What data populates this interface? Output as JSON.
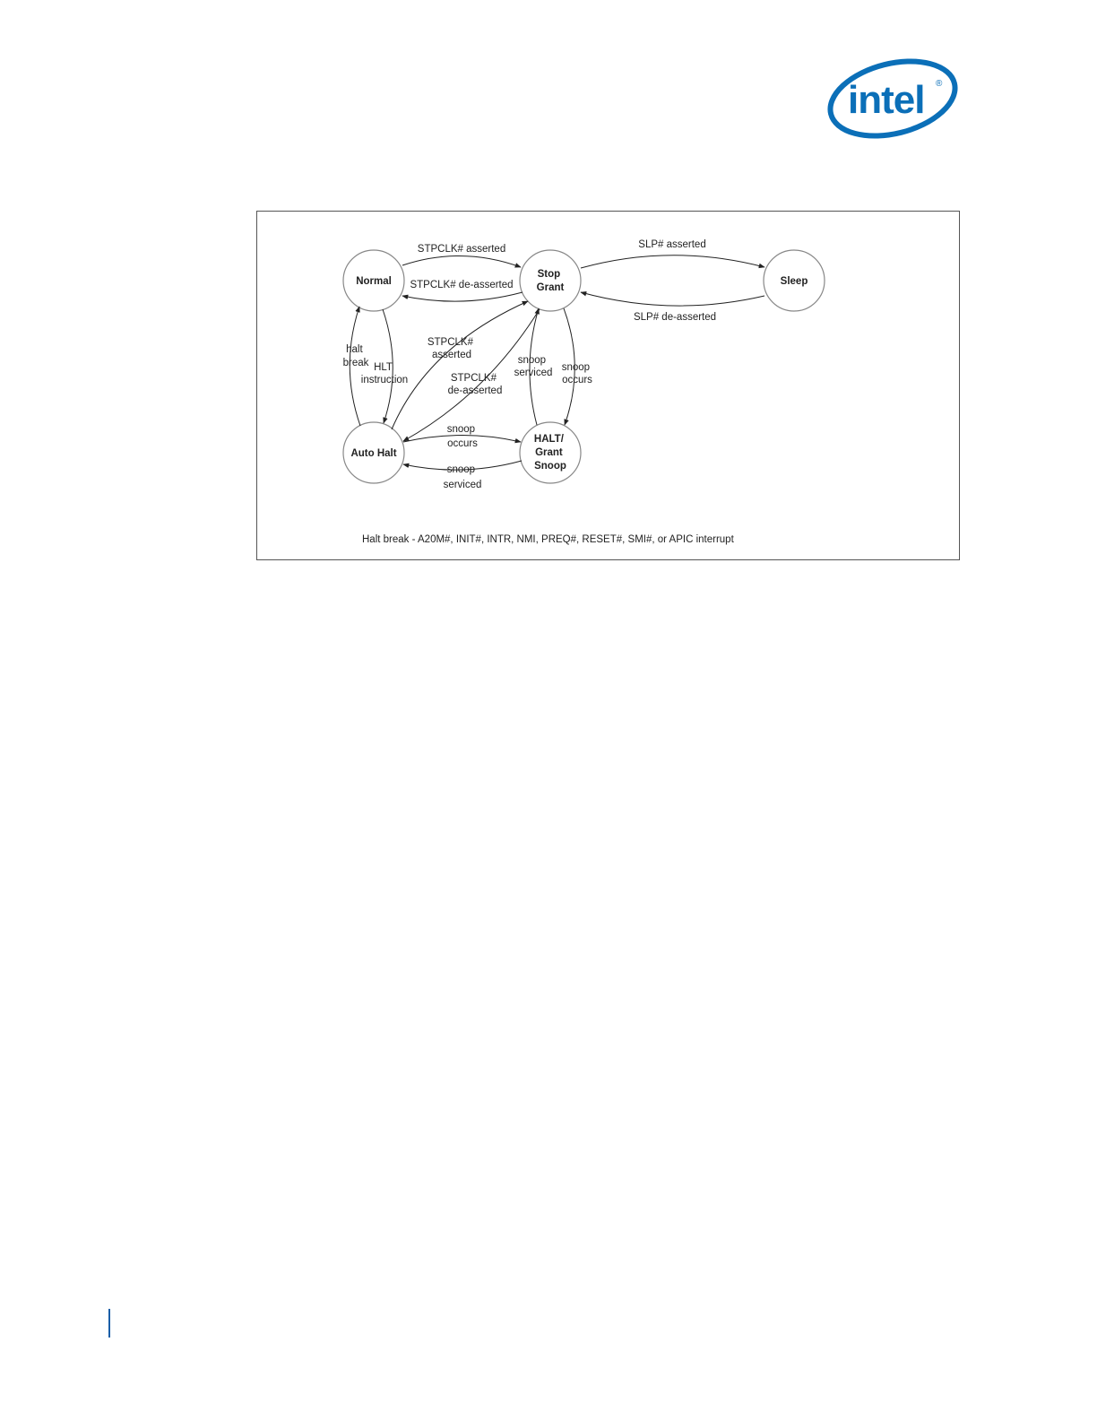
{
  "logo": {
    "text": "intel",
    "registered": "®",
    "color": "#0b6fb8"
  },
  "diagram": {
    "states": {
      "normal": [
        "Normal"
      ],
      "stop_grant": [
        "Stop",
        "Grant"
      ],
      "sleep": [
        "Sleep"
      ],
      "auto_halt": [
        "Auto Halt"
      ],
      "halt_grant_snoop": [
        "HALT/",
        "Grant",
        "Snoop"
      ]
    },
    "transitions": {
      "stpclk_asserted_top": [
        "STPCLK# asserted"
      ],
      "stpclk_deasserted_top": [
        "STPCLK# de-asserted"
      ],
      "slp_asserted": [
        "SLP# asserted"
      ],
      "slp_deasserted": [
        "SLP# de-asserted"
      ],
      "halt_break": [
        "halt",
        "break"
      ],
      "hlt_instruction": [
        "HLT",
        "instruction"
      ],
      "stpclk_asserted_diag": [
        "STPCLK#",
        "asserted"
      ],
      "stpclk_deasserted_diag": [
        "STPCLK#",
        "de-asserted"
      ],
      "snoop_serviced_right": [
        "snoop",
        "serviced"
      ],
      "snoop_occurs_right": [
        "snoop",
        "occurs"
      ],
      "snoop_occurs_bottom": [
        "snoop",
        "occurs"
      ],
      "snoop_serviced_bottom": [
        "snoop",
        "serviced"
      ]
    },
    "note": "Halt break - A20M#, INIT#, INTR, NMI, PREQ#, RESET#, SMI#, or APIC interrupt"
  },
  "colors": {
    "accent": "#1a5fa8"
  }
}
